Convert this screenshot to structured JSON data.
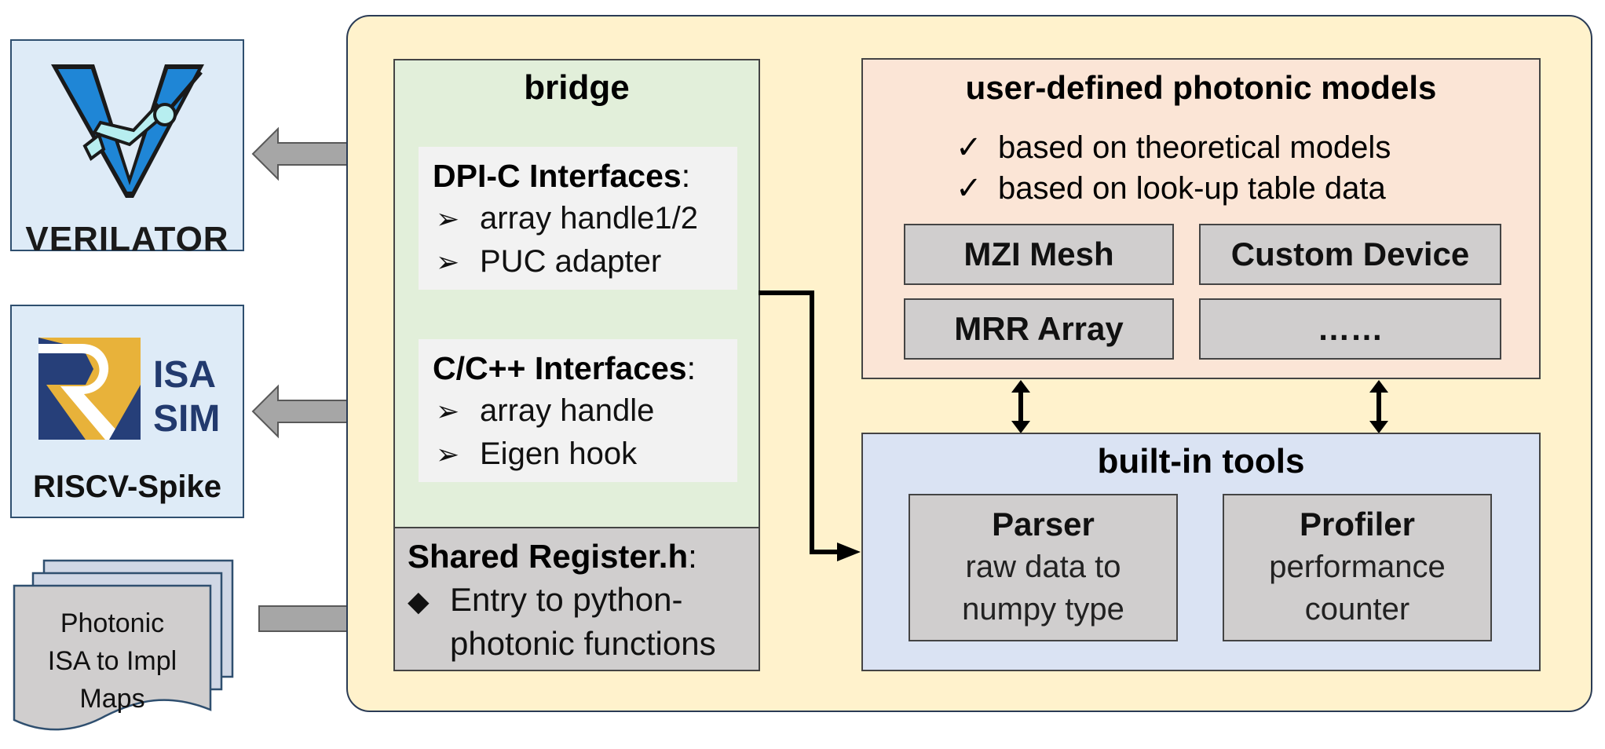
{
  "sources": {
    "verilator": {
      "label": "VERILATOR"
    },
    "spike": {
      "logo_line1": "ISA",
      "logo_line2": "SIM",
      "label": "RISCV-Spike"
    },
    "maps": {
      "line1": "Photonic",
      "line2": "ISA to Impl",
      "line3": "Maps"
    }
  },
  "bridge": {
    "title": "bridge",
    "dpi": {
      "title": "DPI-C Interfaces",
      "colon": ":",
      "items": [
        "array handle1/2",
        "PUC adapter"
      ]
    },
    "cpp": {
      "title": "C/C++ Interfaces",
      "colon": ":",
      "items": [
        "array handle",
        "Eigen hook"
      ]
    },
    "shared": {
      "title": "Shared Register.h",
      "colon": ":",
      "line1": "Entry to python-",
      "line2": "photonic functions"
    }
  },
  "models": {
    "title": "user-defined photonic models",
    "checks": [
      "based on theoretical models",
      "based on look-up table data"
    ],
    "devices": [
      "MZI Mesh",
      "Custom Device",
      "MRR Array",
      "……"
    ]
  },
  "tools": {
    "title": "built-in tools",
    "parser": {
      "name": "Parser",
      "line1": "raw data to",
      "line2": "numpy type"
    },
    "profiler": {
      "name": "Profiler",
      "line1": "performance",
      "line2": "counter"
    }
  },
  "colors": {
    "container": "#fff2cc",
    "bridge": "#e2efda",
    "models": "#fbe5d6",
    "tools": "#dae3f3",
    "source": "#deebf7",
    "device": "#d0cece",
    "arrow": "#a6a6a6"
  }
}
